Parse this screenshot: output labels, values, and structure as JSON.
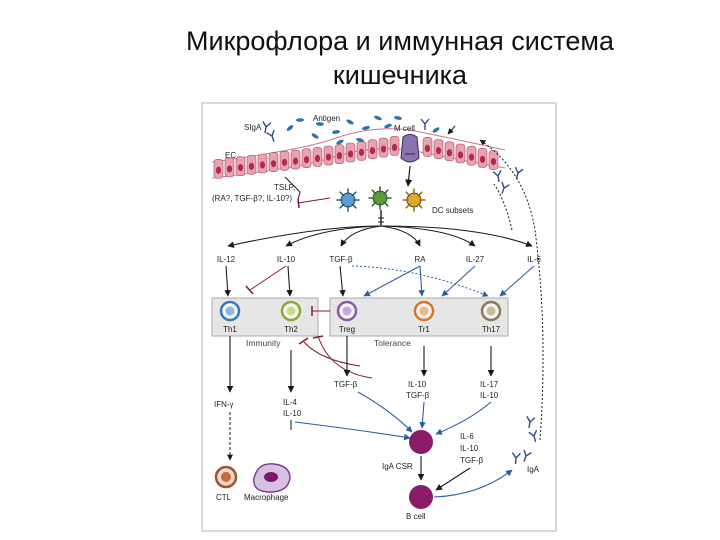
{
  "title": {
    "line1": "Микрофлора и иммунная система",
    "line2": "кишечника"
  },
  "diagram": {
    "epithelium": {
      "sIgA": "SIgA",
      "antigen": "Antigen",
      "m_cell": "M cell",
      "ec": "EC"
    },
    "signals": {
      "tslp": "TSLP,",
      "tslp_factors": "(RA?, TGF-β?, IL-10?)"
    },
    "dc_subsets": "DC subsets",
    "cytokines": [
      "IL-12",
      "IL-10",
      "TGF-β",
      "RA",
      "IL-27",
      "IL-6"
    ],
    "t_cells": [
      "Th1",
      "Th2",
      "Treg",
      "Tr1",
      "Th17"
    ],
    "groups": {
      "immunity": "Immunity",
      "tolerance": "Tolerance"
    },
    "outputs": {
      "ifn": "IFN-γ",
      "il4": "IL-4",
      "il10a": "IL-10",
      "tgf": "TGF-β",
      "il10b": "IL-10",
      "tgfb2": "TGF-β",
      "il17": "IL-17",
      "il10c": "IL-10"
    },
    "b_signals": [
      "IL-6",
      "IL-10",
      "TGF-β"
    ],
    "iga_csr": "IgA CSR",
    "iga": "IgA",
    "b_cell": "B cell",
    "effectors": {
      "ctl": "CTL",
      "macrophage": "Macrophage"
    },
    "colors": {
      "accent": "#5a1a2a",
      "blue": "#2d5f9e",
      "ec": "#d8607a",
      "b_cell": "#8a1a6a",
      "box": "#e6e6e6"
    }
  }
}
